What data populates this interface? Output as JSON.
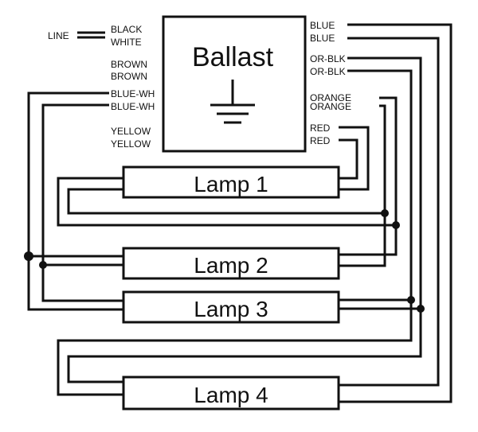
{
  "ballast": {
    "title": "Ballast",
    "ground_symbol": "ground-icon"
  },
  "line_label": "LINE",
  "left_wires": {
    "black": "BLACK",
    "white": "WHITE",
    "brown_1": "BROWN",
    "brown_2": "BROWN",
    "blue_wh_1": "BLUE-WH",
    "blue_wh_2": "BLUE-WH",
    "yellow_1": "YELLOW",
    "yellow_2": "YELLOW"
  },
  "right_wires": {
    "blue_1": "BLUE",
    "blue_2": "BLUE",
    "or_blk_1": "OR-BLK",
    "or_blk_2": "OR-BLK",
    "orange_1": "ORANGE",
    "orange_2": "ORANGE",
    "red_1": "RED",
    "red_2": "RED"
  },
  "lamps": [
    {
      "label": "Lamp 1"
    },
    {
      "label": "Lamp 2"
    },
    {
      "label": "Lamp 3"
    },
    {
      "label": "Lamp 4"
    }
  ]
}
